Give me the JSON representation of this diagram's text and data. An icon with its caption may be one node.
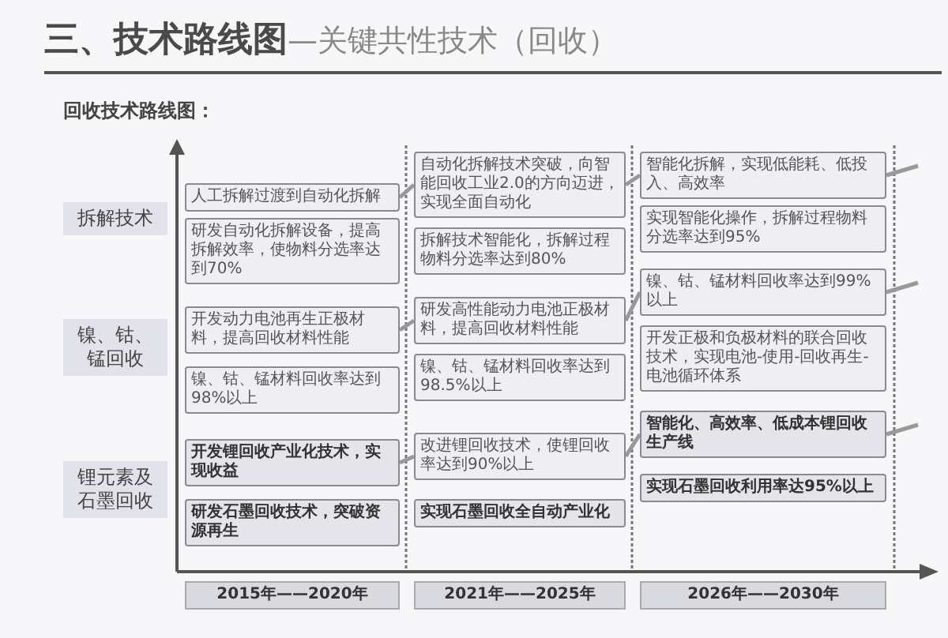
{
  "diagram": {
    "title": "**三、技术路线图**—关键共性技术（回收）",
    "nodes": [
      {
        "text": [
          "拆解技术"
        ]
      },
      {
        "text": [
          "镍、钴、锰回收"
        ]
      },
      {
        "text": [
          "锂元素及石墨回收"
        ]
      },
      {
        "text": [
          "人工拆解过渡到自动化拆解"
        ]
      },
      {
        "text": [
          "研发自动化拆解设备，提高拆解效率，使物料分选率达到70%"
        ]
      },
      {
        "text": [
          "开发动力电池再生正极材料，提高回收材料性能"
        ]
      },
      {
        "text": [
          "镍、钴、锰材料回收率达到98%以上"
        ]
      },
      {
        "text": [
          "开发锂回收产业化技术，实现收益"
        ]
      },
      {
        "text": [
          "研发石墨回收技术，突破资源再生"
        ]
      },
      {
        "text": [
          "自动化拆解技术突破，向智能回收工业2.0的方向迈进，实现全面自动化"
        ]
      },
      {
        "text": [
          "拆解技术智能化，拆解过程物料分选率达到80%"
        ]
      },
      {
        "text": [
          "研发高性能动力电池正极材料，提高回收材料性能"
        ]
      },
      {
        "text": [
          "镍、钴、锰材料回收率达到98.5%以上"
        ]
      },
      {
        "text": [
          "改进锂回收技术，使锂回收率达到90%以上"
        ]
      },
      {
        "text": [
          "实现石墨回收全自动产业化"
        ]
      },
      {
        "text": [
          "智能化拆解，实现低能耗、低投入、高效率"
        ]
      },
      {
        "text": [
          "实现智能化操作，拆解过程物料分选率达到95%"
        ]
      },
      {
        "text": [
          "镍、钴、锰材料回收率达到99%以上"
        ]
      },
      {
        "text": [
          "开发正极和负极材料的联合回收技术，实现电池-使用-回收再生-电池循环体系"
        ]
      },
      {
        "text": [
          "智能化、高效率、低成本锂回收生产线"
        ]
      },
      {
        "text": [
          "实现石墨回收利用率达95%以上"
        ]
      },
      {
        "text": [
          "2015年——2020年"
        ]
      },
      {
        "text": [
          "2021年——2025年"
        ]
      },
      {
        "text": [
          "2026年——2030年"
        ]
      }
    ],
    "edges": [
      {
        "from": 3,
        "to": 9,
        "arrow": "none"
      },
      {
        "from": 9,
        "to": 15,
        "arrow": "none"
      },
      {
        "from": 15,
        "to": null,
        "arrow": "none"
      },
      {
        "from": 5,
        "to": 11,
        "arrow": "none"
      },
      {
        "from": 11,
        "to": 17,
        "arrow": "none"
      },
      {
        "from": 17,
        "to": null,
        "arrow": "none"
      },
      {
        "from": 7,
        "to": 13,
        "arrow": "none"
      },
      {
        "from": 13,
        "to": 19,
        "arrow": "none"
      },
      {
        "from": 19,
        "to": null,
        "arrow": "none"
      }
    ],
    "labels": [
      "回收技术路线图："
    ]
  }
}
